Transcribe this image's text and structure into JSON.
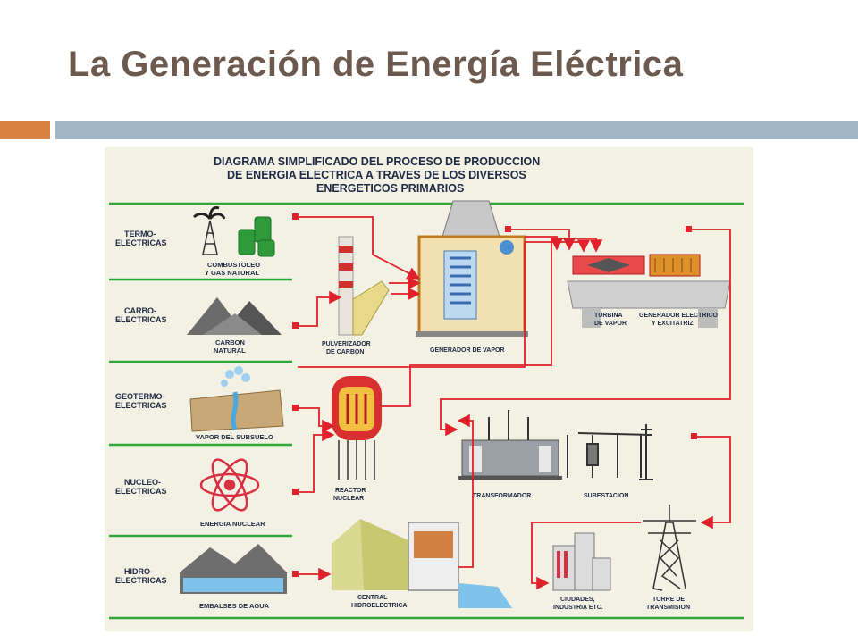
{
  "slide": {
    "title": "La Generación de Energía Eléctrica"
  },
  "diagram": {
    "title_lines": [
      "DIAGRAMA SIMPLIFICADO DEL PROCESO DE PRODUCCION",
      "DE ENERGIA ELECTRICA A TRAVES DE LOS DIVERSOS",
      "ENERGETICOS PRIMARIOS"
    ],
    "rows": [
      {
        "label": [
          "TERMO-",
          "ELECTRICAS"
        ],
        "source": [
          "COMBUSTOLEO",
          "Y GAS NATURAL"
        ]
      },
      {
        "label": [
          "CARBO-",
          "ELECTRICAS"
        ],
        "source": [
          "CARBON",
          "NATURAL"
        ]
      },
      {
        "label": [
          "GEOTERMO-",
          "ELECTRICAS"
        ],
        "source": [
          "VAPOR DEL SUBSUELO"
        ]
      },
      {
        "label": [
          "NUCLEO-",
          "ELECTRICAS"
        ],
        "source": [
          "ENERGIA NUCLEAR"
        ]
      },
      {
        "label": [
          "HIDRO-",
          "ELECTRICAS"
        ],
        "source": [
          "EMBALSES DE AGUA"
        ]
      }
    ],
    "components": {
      "pulverizador": [
        "PULVERIZADOR",
        "DE CARBON"
      ],
      "generador_vapor": [
        "GENERADOR DE VAPOR"
      ],
      "turbina": [
        "TURBINA",
        "DE VAPOR"
      ],
      "generador_electrico": [
        "GENERADOR ELECTRICO",
        "Y  EXCITATRIZ"
      ],
      "reactor": [
        "REACTOR",
        "NUCLEAR"
      ],
      "transformador": [
        "TRANSFORMADOR"
      ],
      "subestacion": [
        "SUBESTACION"
      ],
      "central_hidro": [
        "CENTRAL",
        "HIDROELECTRICA"
      ],
      "ciudades": [
        "CIUDADES,",
        "INDUSTRIA ETC."
      ],
      "torre": [
        "TORRE DE",
        "TRANSMISION"
      ]
    },
    "colors": {
      "flow": "#e0202a",
      "row_line": "#2fa83a",
      "background": "#f3f0e4",
      "text": "#1e2a44"
    }
  }
}
